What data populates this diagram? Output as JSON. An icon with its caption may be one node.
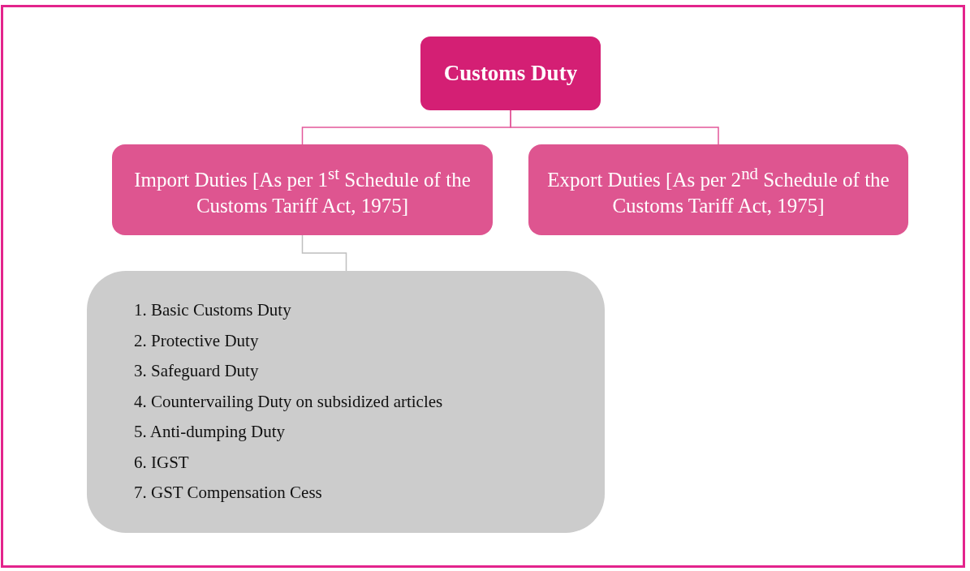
{
  "diagram": {
    "nodes": [
      {
        "text": [
          "Customs Duty"
        ]
      },
      {
        "text": [
          "Import Duties [As per 1$^{st}$ Schedule of the Customs Tariff Act, 1975]"
        ]
      },
      {
        "text": [
          "Export Duties [As per 2$^{nd}$ Schedule of the Customs Tariff Act, 1975]"
        ]
      },
      {
        "text": [
          "1. Basic Customs Duty",
          "2. Protective Duty",
          "3. Safeguard Duty",
          "4. Countervailing Duty on subsidized articles",
          "5. Anti-dumping Duty",
          "6. IGST",
          "7. GST Compensation Cess"
        ]
      }
    ],
    "edges": [
      {
        "from": 0,
        "to": 1,
        "arrow": "none"
      },
      {
        "from": 0,
        "to": 2,
        "arrow": "none"
      },
      {
        "from": 1,
        "to": 3,
        "arrow": "none",
        "color": "#bfbfbf"
      }
    ]
  }
}
